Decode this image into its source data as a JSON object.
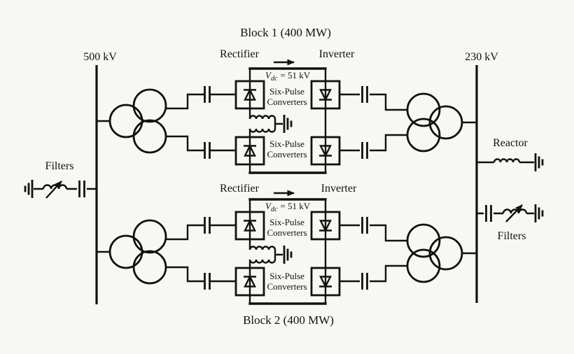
{
  "buses": {
    "left_label": "500 kV",
    "right_label": "230 kV"
  },
  "blocks": [
    {
      "title": "Block 1 (400 MW)",
      "rectifier_label": "Rectifier",
      "inverter_label": "Inverter",
      "dc_voltage": {
        "symbol": "V",
        "subscript": "dc",
        "value": "= 51 kV"
      },
      "upper_converter": {
        "line1": "Six-Pulse",
        "line2": "Converters"
      },
      "lower_converter": {
        "line1": "Six-Pulse",
        "line2": "Converters"
      }
    },
    {
      "title": "Block 2 (400 MW)",
      "rectifier_label": "Rectifier",
      "inverter_label": "Inverter",
      "dc_voltage": {
        "symbol": "V",
        "subscript": "dc",
        "value": "= 51 kV"
      },
      "upper_converter": {
        "line1": "Six-Pulse",
        "line2": "Converters"
      },
      "lower_converter": {
        "line1": "Six-Pulse",
        "line2": "Converters"
      }
    }
  ],
  "ac_side_left": {
    "filters_label": "Filters"
  },
  "ac_side_right": {
    "reactor_label": "Reactor",
    "filters_label": "Filters"
  },
  "colors": {
    "line": "#111111",
    "background": "#f7f7f4"
  }
}
